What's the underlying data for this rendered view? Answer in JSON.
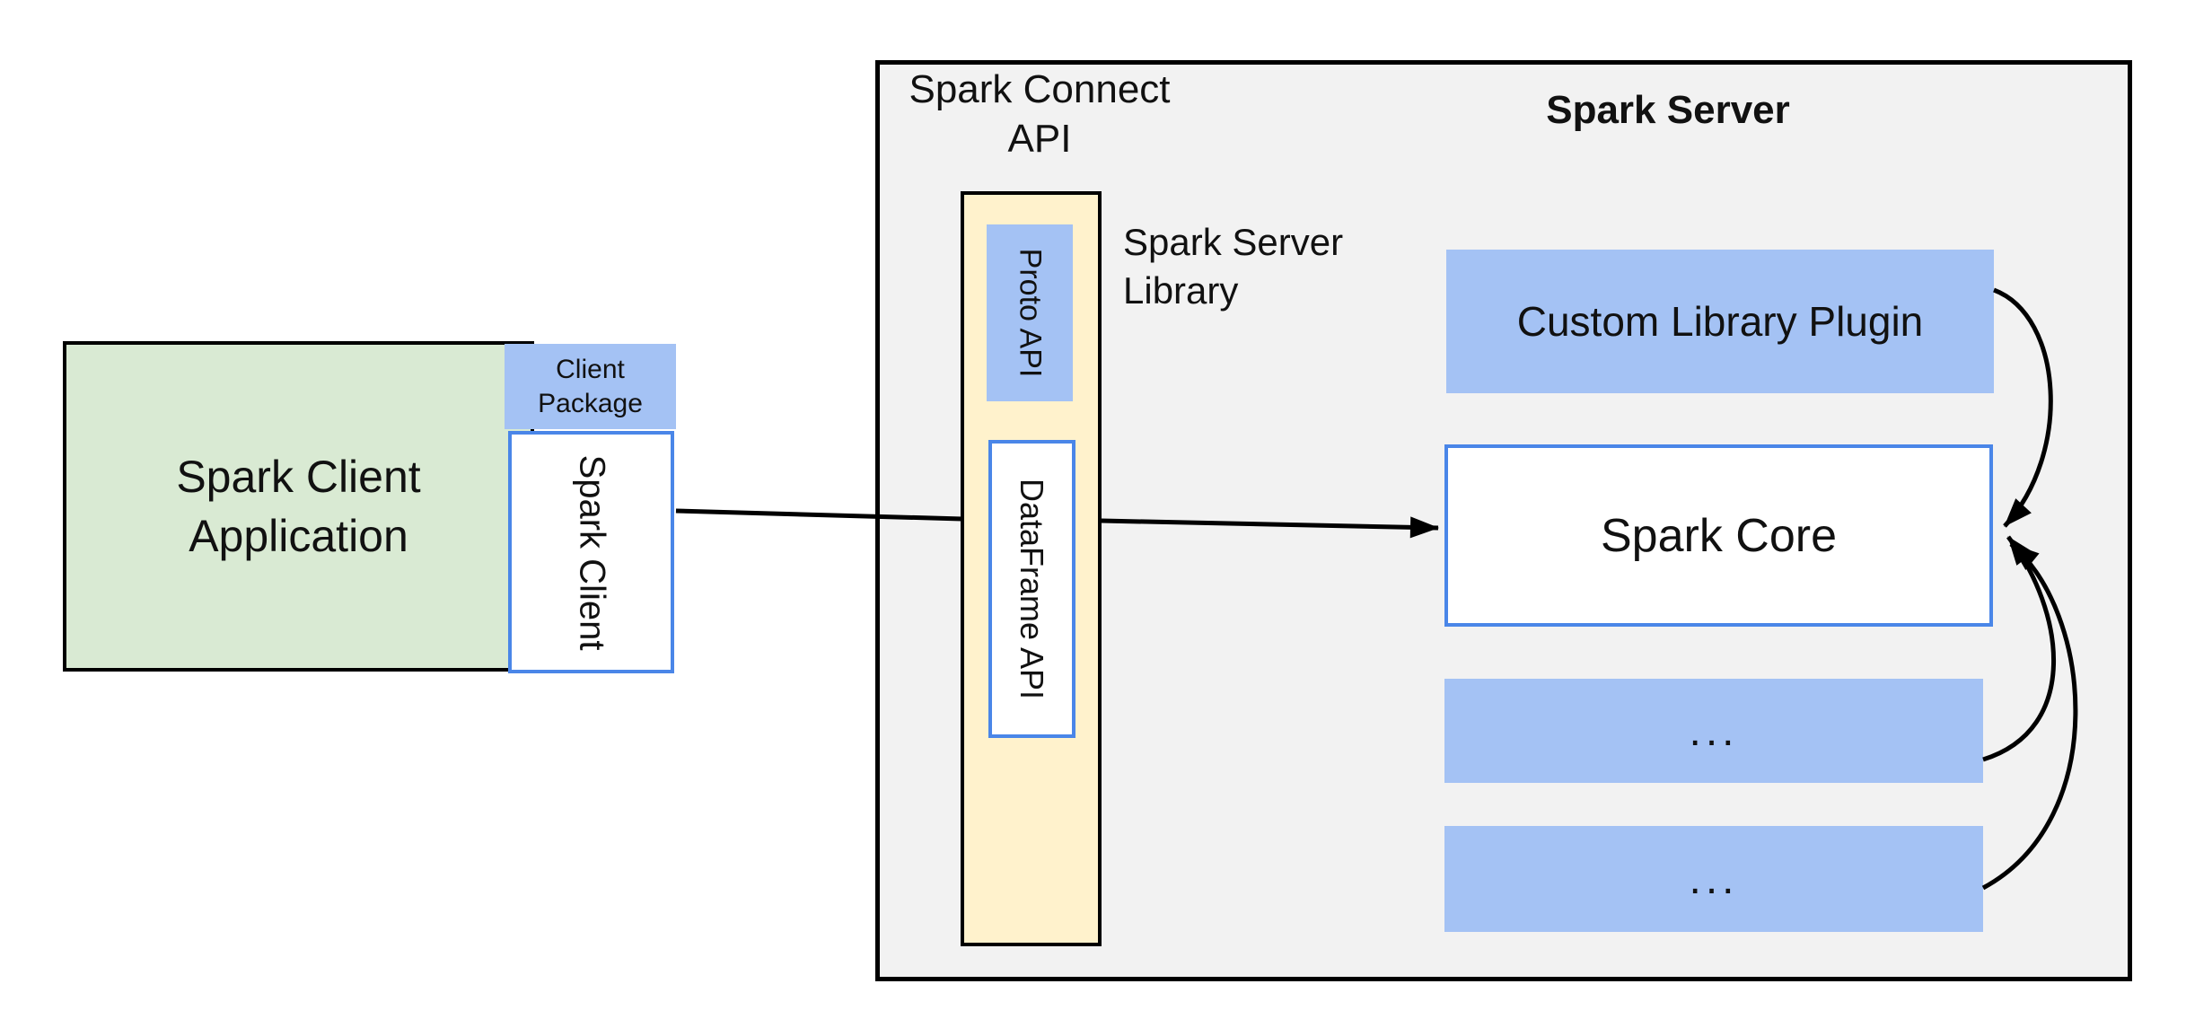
{
  "client": {
    "application_label": "Spark Client\nApplication",
    "package_label": "Client Package",
    "spark_client_label": "Spark Client"
  },
  "connect_api": {
    "title": "Spark Connect\nAPI",
    "proto_label": "Proto API",
    "dataframe_label": "DataFrame API",
    "server_library_label": "Spark Server\nLibrary"
  },
  "server": {
    "title": "Spark Server",
    "plugin_label": "Custom Library Plugin",
    "core_label": "Spark Core",
    "more_label_1": "...",
    "more_label_2": "..."
  },
  "colors": {
    "client_app_fill": "#d9ead3",
    "component_blue_fill": "#a4c2f4",
    "api_yellow_fill": "#fff2cc",
    "server_container_fill": "#f2f2f2",
    "box_blue_border": "#4a86e8",
    "outline_black": "#000000"
  }
}
